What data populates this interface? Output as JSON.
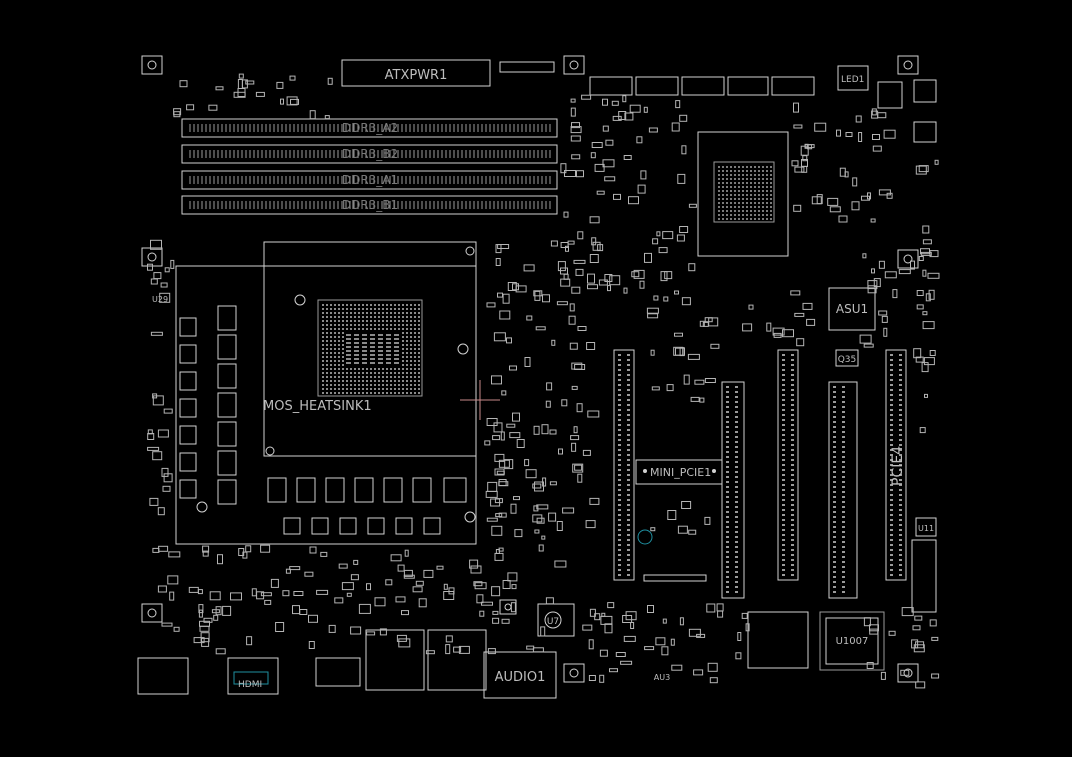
{
  "colors": {
    "background": "#000000",
    "outline": "#d2d2d2",
    "outline_dim": "#9a9a9a",
    "label": "#bdbdbd",
    "cursor": "#c98a8a",
    "accent_cyan": "#1f8fa0"
  },
  "labels": {
    "atx_power": "ATXPWR1",
    "dimm_1": "DDR3_A2",
    "dimm_2": "DDR3_B2",
    "dimm_3": "DDR3_A1",
    "dimm_4": "DDR3_B1",
    "mos_heatsink": "MOS_HEATSINK1",
    "mini_pcie": "MINI_PCIE1",
    "pcie_4": "PCIE4",
    "asu_chip": "ASU1",
    "u1007": "U1007",
    "audio": "AUDIO1",
    "u7": "U7",
    "hdmi": "HDMI",
    "led": "LED1",
    "u11": "U11",
    "q35": "Q35",
    "u3": "AU3",
    "u29": "U29"
  }
}
